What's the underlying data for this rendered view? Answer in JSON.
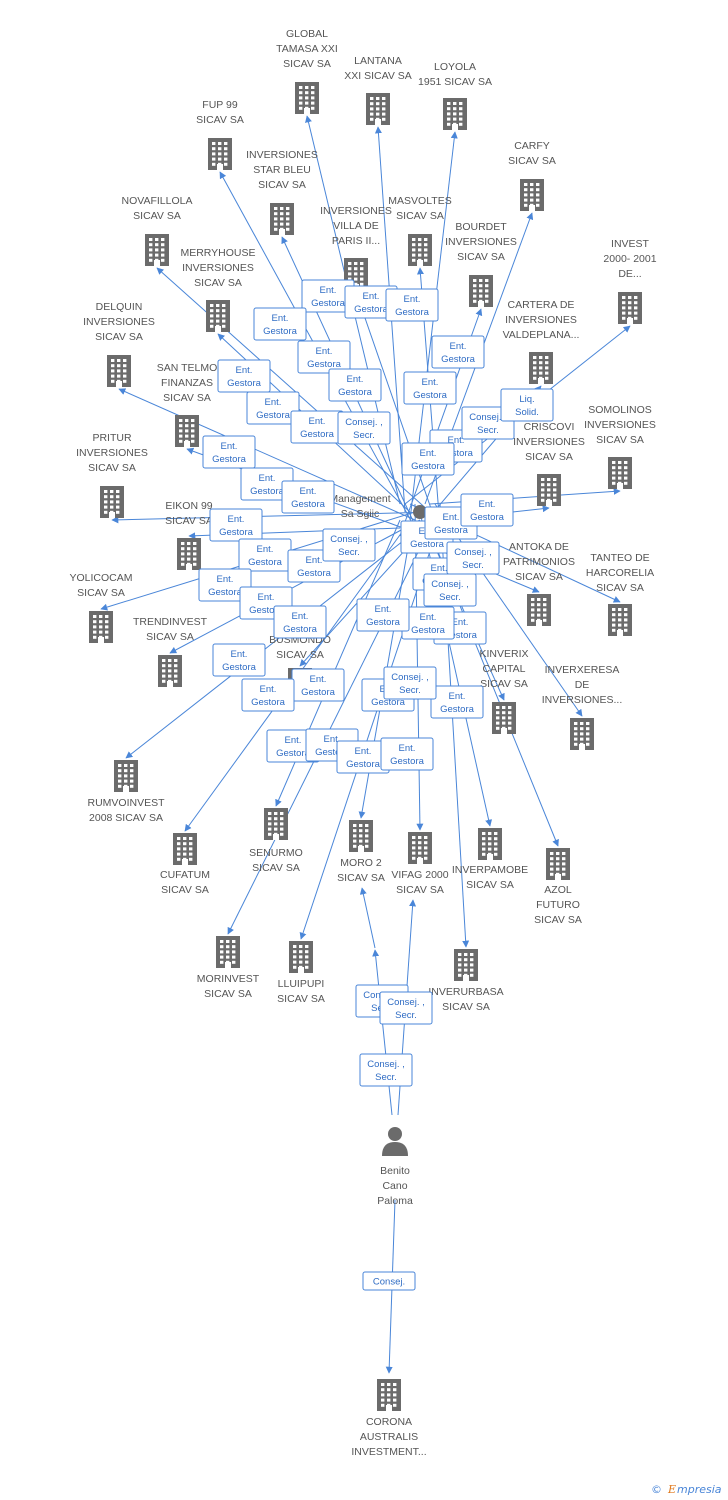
{
  "companies": [
    {
      "id": "global",
      "lines": [
        "GLOBAL",
        "TAMASA XXI",
        "SICAV SA"
      ]
    },
    {
      "id": "lantana",
      "lines": [
        "LANTANA",
        "XXI SICAV SA"
      ]
    },
    {
      "id": "loyola",
      "lines": [
        "LOYOLA",
        "1951 SICAV SA"
      ]
    },
    {
      "id": "fup99",
      "lines": [
        "FUP 99",
        "SICAV SA"
      ]
    },
    {
      "id": "starbleu",
      "lines": [
        "INVERSIONES",
        "STAR BLEU",
        "SICAV SA"
      ]
    },
    {
      "id": "carfy",
      "lines": [
        "CARFY",
        "SICAV SA"
      ]
    },
    {
      "id": "novafillola",
      "lines": [
        "NOVAFILLOLA",
        "SICAV SA"
      ]
    },
    {
      "id": "villaparis",
      "lines": [
        "INVERSIONES",
        "VILLA DE",
        "PARIS II..."
      ]
    },
    {
      "id": "masvoltes",
      "lines": [
        "MASVOLTES",
        "SICAV SA"
      ]
    },
    {
      "id": "bourdet",
      "lines": [
        "BOURDET",
        "INVERSIONES",
        "SICAV SA"
      ]
    },
    {
      "id": "invest2000",
      "lines": [
        "INVEST",
        "2000- 2001",
        "DE..."
      ]
    },
    {
      "id": "merryhouse",
      "lines": [
        "MERRYHOUSE",
        "INVERSIONES",
        "SICAV SA"
      ]
    },
    {
      "id": "delquin",
      "lines": [
        "DELQUIN",
        "INVERSIONES",
        "SICAV SA"
      ]
    },
    {
      "id": "cartera",
      "lines": [
        "CARTERA DE",
        "INVERSIONES",
        "VALDEPLANA..."
      ]
    },
    {
      "id": "santelmo",
      "lines": [
        "SAN TELMO",
        "FINANZAS",
        "SICAV SA"
      ]
    },
    {
      "id": "somolinos",
      "lines": [
        "SOMOLINOS",
        "INVERSIONES",
        "SICAV SA"
      ]
    },
    {
      "id": "pritur",
      "lines": [
        "PRITUR",
        "INVERSIONES",
        "SICAV SA"
      ]
    },
    {
      "id": "criscovi",
      "lines": [
        "CRISCOVI",
        "INVERSIONES",
        "SICAV SA"
      ]
    },
    {
      "id": "eikon",
      "lines": [
        "EIKON 99",
        "SICAV SA"
      ]
    },
    {
      "id": "antoka",
      "lines": [
        "ANTOKA DE",
        "PATRIMONIOS",
        "SICAV SA"
      ]
    },
    {
      "id": "tanteo",
      "lines": [
        "TANTEO DE",
        "HARCORELIA",
        "SICAV SA"
      ]
    },
    {
      "id": "yolicocam",
      "lines": [
        "YOLICOCAM",
        "SICAV SA"
      ]
    },
    {
      "id": "trendinvest",
      "lines": [
        "TRENDINVEST",
        "SICAV SA"
      ]
    },
    {
      "id": "busmondo",
      "lines": [
        "BUSMONDO",
        "SICAV SA"
      ]
    },
    {
      "id": "kinverix",
      "lines": [
        "KINVERIX",
        "CAPITAL",
        "SICAV SA"
      ]
    },
    {
      "id": "inverxeresa",
      "lines": [
        "INVERXERESA",
        "DE",
        "INVERSIONES..."
      ]
    },
    {
      "id": "rumvoinvest",
      "lines": [
        "RUMVOINVEST",
        "2008 SICAV SA"
      ]
    },
    {
      "id": "senurmo",
      "lines": [
        "SENURMO",
        "SICAV SA"
      ]
    },
    {
      "id": "cufatum",
      "lines": [
        "CUFATUM",
        "SICAV SA"
      ]
    },
    {
      "id": "moro2",
      "lines": [
        "MORO 2",
        "SICAV SA"
      ]
    },
    {
      "id": "vifag",
      "lines": [
        "VIFAG 2000",
        "SICAV SA"
      ]
    },
    {
      "id": "inverpamobe",
      "lines": [
        "INVERPAMOBE",
        "SICAV SA"
      ]
    },
    {
      "id": "azol",
      "lines": [
        "AZOL",
        "FUTURO",
        "SICAV SA"
      ]
    },
    {
      "id": "morinvest",
      "lines": [
        "MORINVEST",
        "SICAV SA"
      ]
    },
    {
      "id": "lluipupi",
      "lines": [
        "LLUIPUPI",
        "SICAV SA"
      ]
    },
    {
      "id": "inverurbasa",
      "lines": [
        "INVERURBASA",
        "SICAV SA"
      ]
    },
    {
      "id": "corona",
      "lines": [
        "CORONA",
        "AUSTRALIS",
        "INVESTMENT..."
      ]
    }
  ],
  "hub": {
    "lines": [
      "Management",
      "Sa Sgiic"
    ]
  },
  "person": {
    "lines": [
      "Benito",
      "Cano",
      "Paloma"
    ]
  },
  "badges": {
    "ent_gestora": [
      "Ent.",
      "Gestora"
    ],
    "consej_secr": [
      "Consej. ,",
      "Secr."
    ],
    "liq_solid": [
      "Liq.",
      "Solid."
    ],
    "consej": [
      "Consej."
    ]
  },
  "footer": {
    "copyright": "©",
    "brand_first": "E",
    "brand_rest": "mpresia"
  },
  "colors": {
    "edge": "#4a86d8",
    "icon": "#6b6b6b",
    "label": "#555555"
  }
}
